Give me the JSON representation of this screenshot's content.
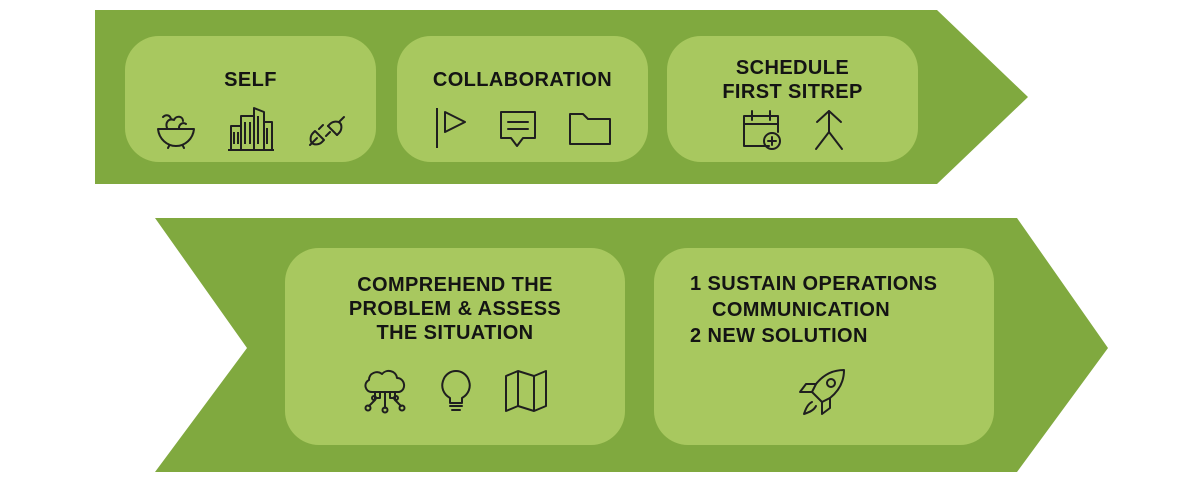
{
  "colors": {
    "arrow_fill": "#80a93f",
    "box_fill": "#a8c85f",
    "text": "#141414",
    "icon_stroke": "#1f1f1f"
  },
  "top_row": {
    "self": {
      "title": "SELF",
      "icons": [
        "salad-bowl-icon",
        "office-buildings-icon",
        "power-plug-icon"
      ]
    },
    "collaboration": {
      "title": "COLLABORATION",
      "icons": [
        "flag-icon",
        "chat-bubble-icon",
        "folder-icon"
      ]
    },
    "schedule": {
      "title_line1": "SCHEDULE",
      "title_line2": "FIRST SITREP",
      "icons": [
        "calendar-add-icon",
        "merge-arrow-icon"
      ]
    }
  },
  "bottom_row": {
    "comprehend": {
      "title_line1": "COMPREHEND THE",
      "title_line2": "PROBLEM & ASSESS",
      "title_line3": "THE SITUATION",
      "icons": [
        "cloud-network-icon",
        "lightbulb-icon",
        "map-icon"
      ]
    },
    "solution": {
      "item1_number": "1",
      "item1_text": "SUSTAIN OPERATIONS",
      "item1_continuation": "COMMUNICATION",
      "item2_number": "2",
      "item2_text": "NEW SOLUTION",
      "icons": [
        "rocket-icon"
      ]
    }
  }
}
